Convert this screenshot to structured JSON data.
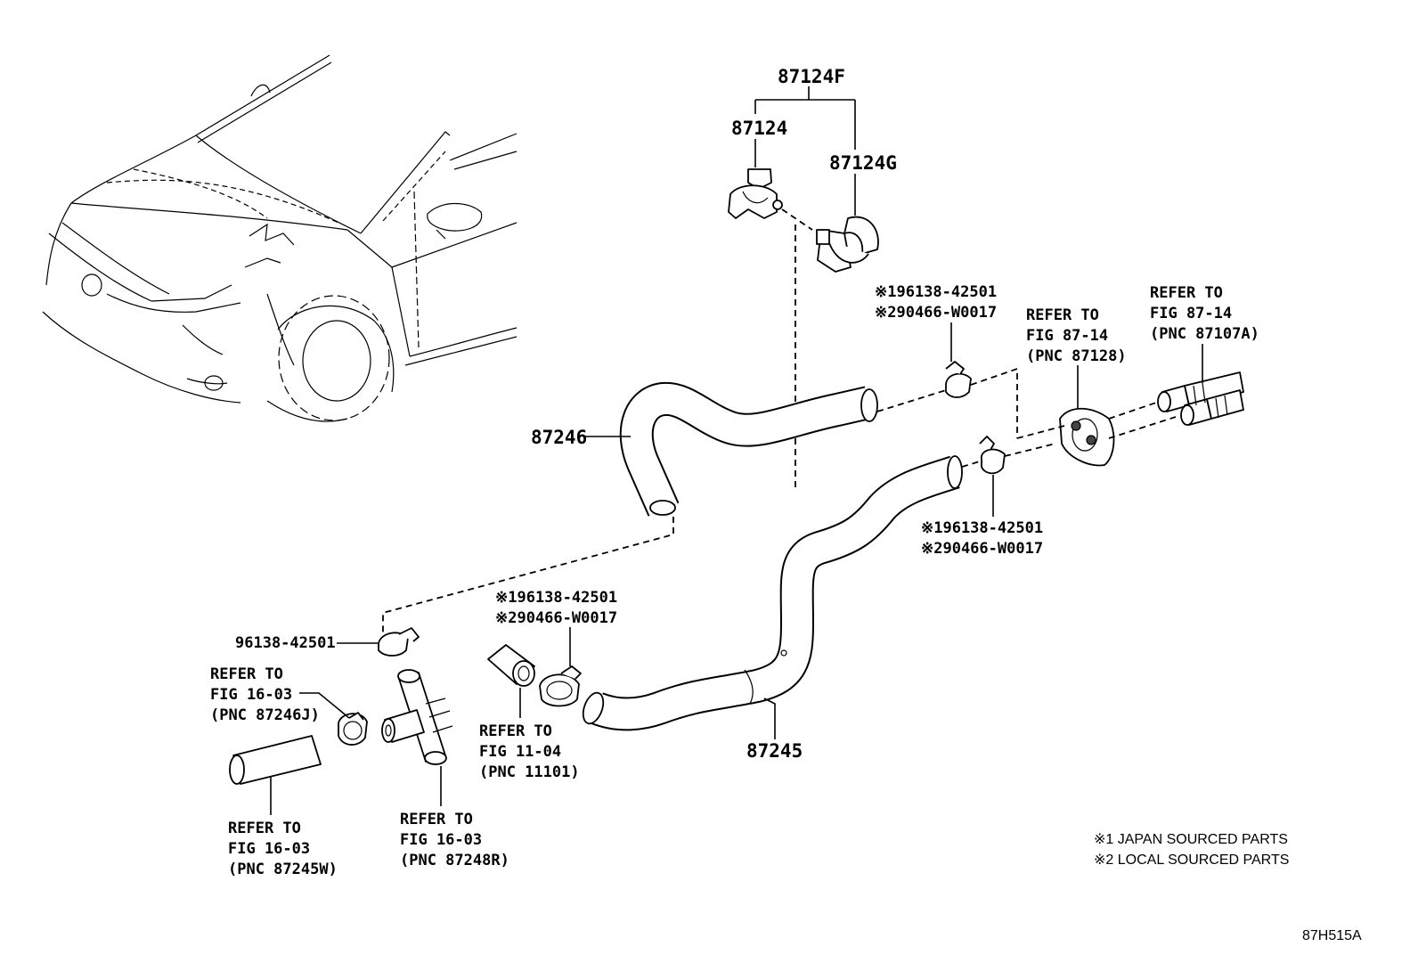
{
  "parts": {
    "p87124F": "87124F",
    "p87124": "87124",
    "p87124G": "87124G",
    "p87246": "87246",
    "p87245": "87245",
    "clamp_ll": "96138-42501"
  },
  "clamp_refs": {
    "upper": [
      "※196138-42501",
      "※290466-W0017"
    ],
    "mid": [
      "※196138-42501",
      "※290466-W0017"
    ],
    "lower": [
      "※196138-42501",
      "※290466-W0017"
    ]
  },
  "refs": {
    "ref_87128": [
      "REFER TO",
      "FIG 87-14",
      "(PNC 87128)"
    ],
    "ref_87107A": [
      "REFER TO",
      "FIG 87-14",
      "(PNC 87107A)"
    ],
    "ref_87246J": [
      "REFER TO",
      "FIG 16-03",
      "(PNC 87246J)"
    ],
    "ref_11101": [
      "REFER TO",
      "FIG 11-04",
      "(PNC 11101)"
    ],
    "ref_87245W": [
      "REFER TO",
      "FIG 16-03",
      "(PNC 87245W)"
    ],
    "ref_87248R": [
      "REFER TO",
      "FIG 16-03",
      "(PNC 87248R)"
    ]
  },
  "notes": [
    "※1 JAPAN SOURCED PARTS",
    "※2 LOCAL SOURCED PARTS"
  ],
  "diagram_code": "87H515A"
}
